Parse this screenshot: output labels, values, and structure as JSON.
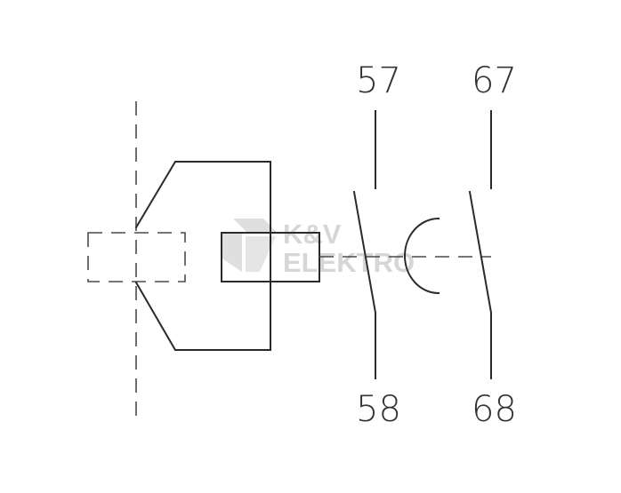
{
  "terminals": {
    "top_left": "57",
    "top_right": "67",
    "bottom_left": "58",
    "bottom_right": "68"
  },
  "watermark": {
    "line1": "K&V",
    "line2": "ELEKTRO"
  },
  "colors": {
    "line": "#2a2a2a",
    "dash": "#4a4a4a",
    "watermark": "#d6d6d6"
  }
}
